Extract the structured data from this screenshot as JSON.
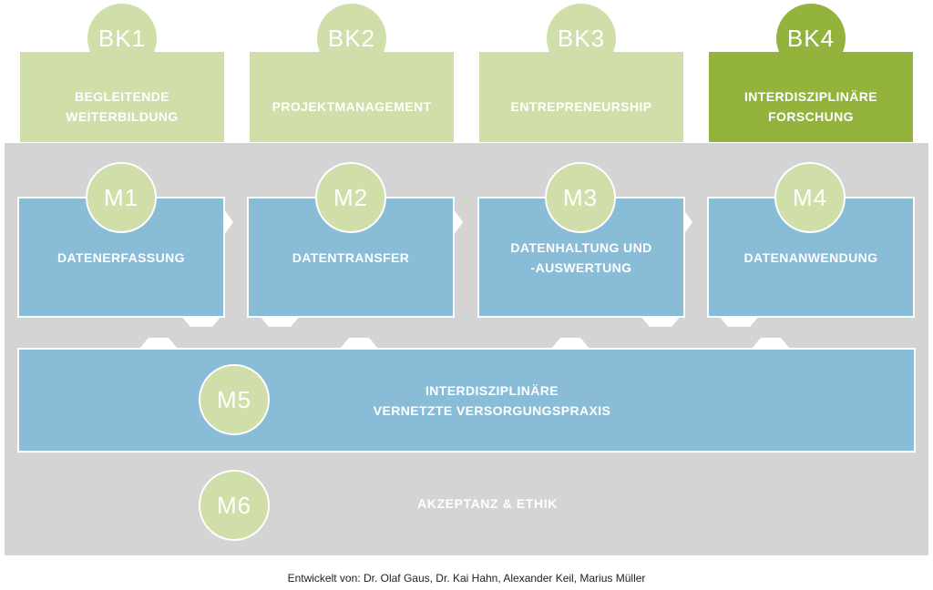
{
  "competences": [
    {
      "id": "BK1",
      "label": "BEGLEITENDE\nWEITERBILDUNG",
      "active": false
    },
    {
      "id": "BK2",
      "label": "PROJEKTMANAGEMENT",
      "active": false
    },
    {
      "id": "BK3",
      "label": "ENTREPRENEURSHIP",
      "active": false
    },
    {
      "id": "BK4",
      "label": "INTERDISZIPLINÄRE\nFORSCHUNG",
      "active": true
    }
  ],
  "modules": [
    {
      "id": "M1",
      "label": "DATENERFASSUNG"
    },
    {
      "id": "M2",
      "label": "DATENTRANSFER"
    },
    {
      "id": "M3",
      "label": "DATENHALTUNG UND\n-AUSWERTUNG"
    },
    {
      "id": "M4",
      "label": "DATENANWENDUNG"
    }
  ],
  "m5": {
    "id": "M5",
    "label": "INTERDISZIPLINÄRE\nVERNETZTE VERSORGUNGSPRAXIS"
  },
  "m6": {
    "id": "M6",
    "label": "AKZEPTANZ & ETHIK"
  },
  "footer": "Entwickelt von: Dr. Olaf Gaus, Dr. Kai Hahn, Alexander Keil, Marius Müller",
  "colors": {
    "light_green": "#d0dea9",
    "dark_green": "#93b33d",
    "blue": "#89bcd6",
    "panel_grey": "#d4d4d4"
  }
}
